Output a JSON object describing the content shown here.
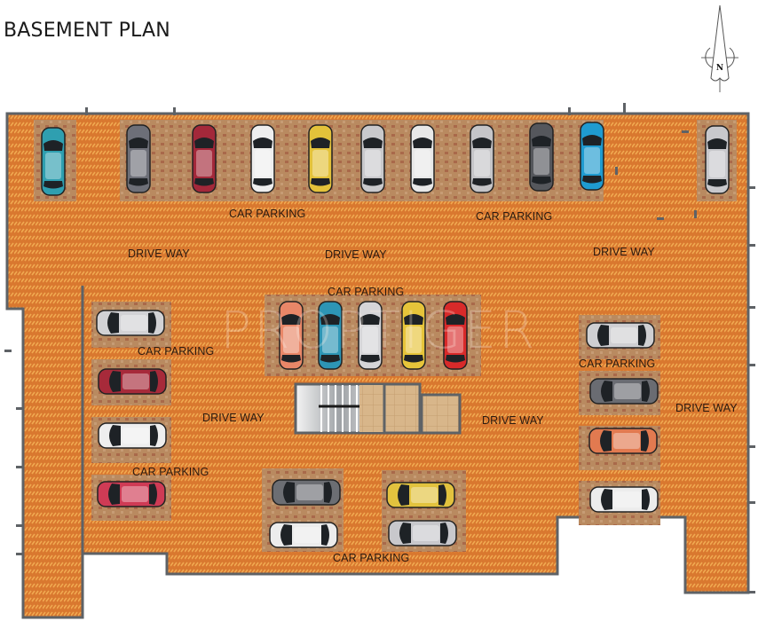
{
  "title": "BASEMENT PLAN",
  "compass": {
    "label": "N",
    "icon": "north-arrow-icon"
  },
  "watermark": "PROPTIGER",
  "colors": {
    "floor": "#d9782f",
    "floor_stripe": "#eea34d",
    "wall": "#5e6266",
    "bay": "#b9885e",
    "stair": "#c8cbcf",
    "lift": "#d6b48a"
  },
  "labels": {
    "car_parking_top_left": "CAR PARKING",
    "car_parking_top_right": "CAR PARKING",
    "car_parking_center": "CAR PARKING",
    "car_parking_left_upper": "CAR PARKING",
    "car_parking_left_lower": "CAR PARKING",
    "car_parking_right": "CAR PARKING",
    "car_parking_bottom": "CAR PARKING",
    "drive_way_top_left": "DRIVE WAY",
    "drive_way_top_center": "DRIVE WAY",
    "drive_way_top_right": "DRIVE WAY",
    "drive_way_middle_left": "DRIVE WAY",
    "drive_way_middle_right": "DRIVE WAY",
    "drive_way_far_right": "DRIVE WAY"
  },
  "cars": {
    "top_row": [
      {
        "color": "#2f9fb0"
      },
      {
        "color": "#6d6f78"
      },
      {
        "color": "#a3283a"
      },
      {
        "color": "#eeeeee"
      },
      {
        "color": "#e3c23a"
      },
      {
        "color": "#c9c9cc"
      },
      {
        "color": "#e8e8e8"
      },
      {
        "color": "#c5c5c8"
      },
      {
        "color": "#55575c"
      },
      {
        "color": "#1f9bd0"
      },
      {
        "color": "#c8c8cc"
      }
    ],
    "center_row": [
      {
        "color": "#e98768"
      },
      {
        "color": "#2d95b5"
      },
      {
        "color": "#d5d5d8"
      },
      {
        "color": "#e6c43a"
      },
      {
        "color": "#d82a2a"
      }
    ],
    "left_column": [
      {
        "color": "#d2d2d5"
      },
      {
        "color": "#a72a3a"
      },
      {
        "color": "#eeeeee"
      },
      {
        "color": "#cf3b55"
      }
    ],
    "right_column": [
      {
        "color": "#cfcfd2"
      },
      {
        "color": "#6a6c72"
      },
      {
        "color": "#e27a50"
      },
      {
        "color": "#ececec"
      }
    ],
    "bottom_left": [
      {
        "color": "#6c6e73"
      },
      {
        "color": "#ececec"
      }
    ],
    "bottom_right": [
      {
        "color": "#e2c23e"
      },
      {
        "color": "#c8c8cc"
      }
    ]
  }
}
